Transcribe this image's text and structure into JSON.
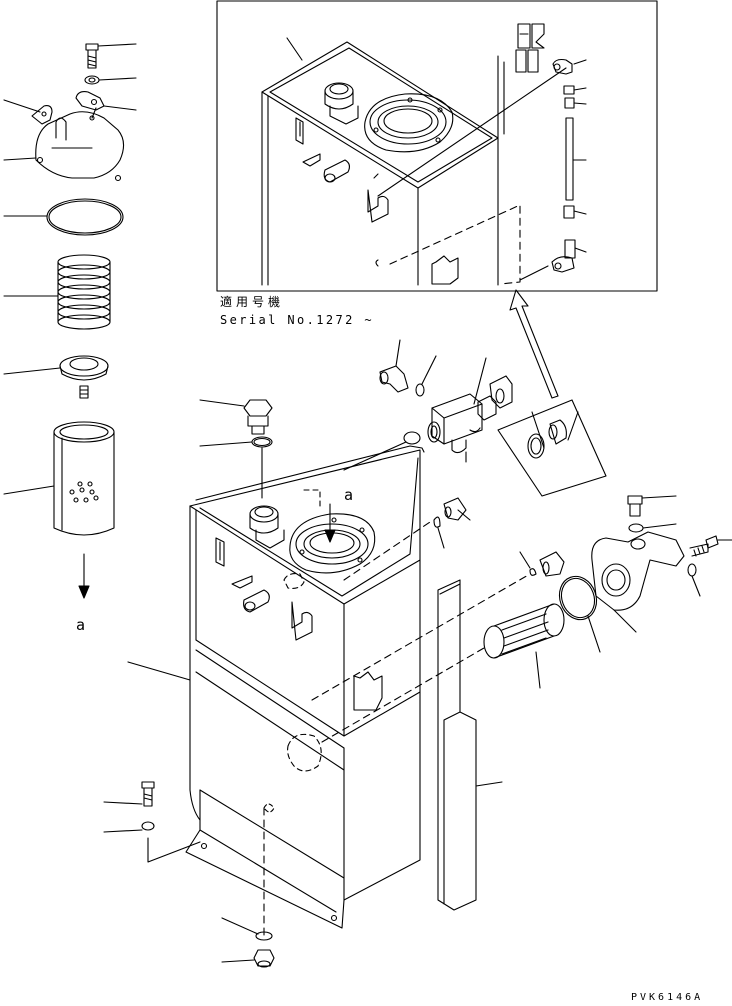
{
  "labels": {
    "applicable_model": "適用号機",
    "serial_range": "Serial No.1272 ~",
    "view_ref_a_left": "a",
    "view_ref_a_center": "a",
    "drawing_code": "PVK6146A"
  }
}
